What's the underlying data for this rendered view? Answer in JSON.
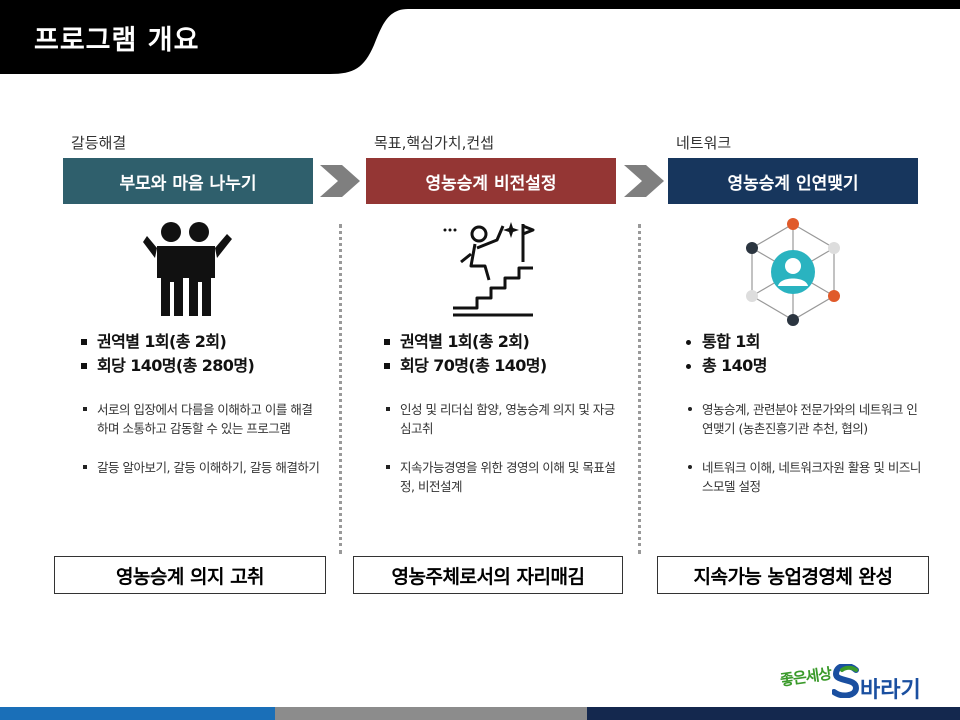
{
  "header": {
    "title": "프로그램 개요"
  },
  "colors": {
    "banner_1": "#2f5f6c",
    "banner_2": "#943634",
    "banner_3": "#17365d",
    "header_band": "#000000"
  },
  "columns": [
    {
      "label": "갈등해결",
      "banner": "부모와 마음 나누기",
      "icon": "two-people-embracing-icon",
      "main_items": [
        "권역별 1회(총 2회)",
        "회당 140명(총 280명)"
      ],
      "sub_items": [
        "서로의 입장에서 다름을 이해하고 이를 해결하며 소통하고 감동할 수 있는 프로그램",
        "갈등 알아보기, 갈등 이해하기, 갈등 해결하기"
      ],
      "result": "영농승계 의지 고취"
    },
    {
      "label": "목표,핵심가치,컨셉",
      "banner": "영농승계 비전설정",
      "icon": "person-climbing-stairs-to-goal-icon",
      "main_items": [
        "권역별 1회(총 2회)",
        "회당 70명(총 140명)"
      ],
      "sub_items": [
        "인성 및 리더십 함양, 영농승계 의지 및 자긍심고취",
        "지속가능경영을 위한 경영의 이해 및 목표설정, 비전설계"
      ],
      "result": "영농주체로서의 자리매김"
    },
    {
      "label": "네트워크",
      "banner": "영농승계 인연맺기",
      "icon": "person-network-icon",
      "main_items": [
        "통합 1회",
        "총 140명"
      ],
      "sub_items": [
        "영농승계, 관련분야 전문가와의 네트워크 인연맺기 (농촌진흥기관 추천, 협의)",
        "네트워크 이해, 네트워크자원 활용 및 비즈니스모델 설정"
      ],
      "result": "지속가능 농업경영체 완성"
    }
  ],
  "logo": {
    "small_text": "좋은세상",
    "main_text": "바라기",
    "icon": "s-logo-icon"
  }
}
